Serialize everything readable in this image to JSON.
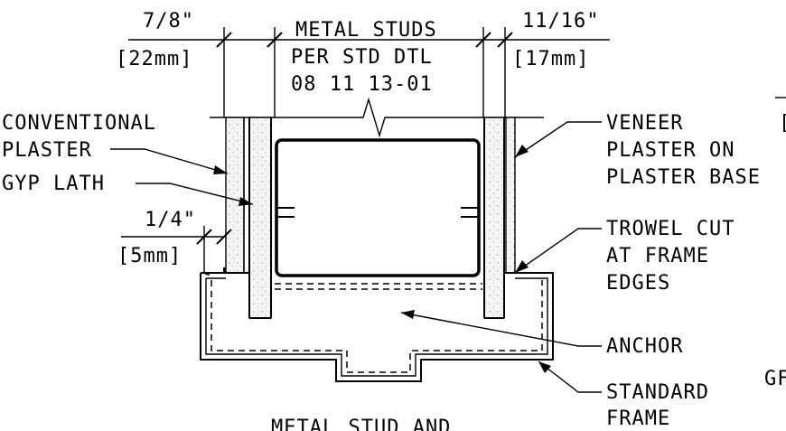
{
  "dimensions": {
    "left_top": "7/8\"",
    "left_bottom": "[22mm]",
    "right_top": "11/16\"",
    "right_bottom": "[17mm]",
    "small_top": "1/4\"",
    "small_bottom": "[5mm]"
  },
  "labels": {
    "metal_studs_1": "METAL STUDS",
    "metal_studs_2": "PER STD DTL",
    "metal_studs_3": "08 11 13-01",
    "conventional_1": "CONVENTIONAL",
    "conventional_2": "PLASTER",
    "gyp_lath": "GYP LATH",
    "veneer_1": "VENEER",
    "veneer_2": "PLASTER ON",
    "veneer_3": "PLASTER BASE",
    "trowel_1": "TROWEL CUT",
    "trowel_2": "AT FRAME",
    "trowel_3": "EDGES",
    "anchor": "ANCHOR",
    "standard_1": "STANDARD",
    "standard_2": "FRAME",
    "bottom_title": "METAL STUD AND",
    "cut_off_right_1": "[",
    "cut_off_right_2": "GF"
  }
}
